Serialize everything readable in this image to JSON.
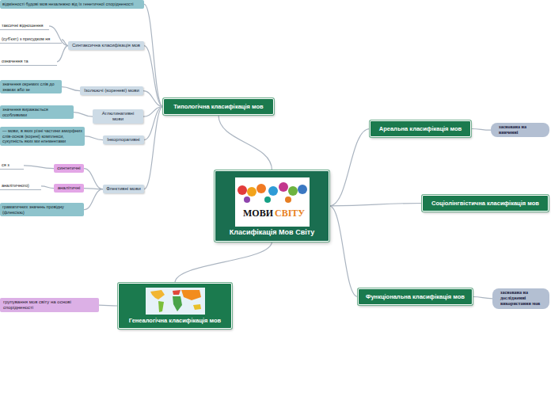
{
  "diagram": {
    "nodes": [
      {
        "text": [
          "Класифікація Мов Світу"
        ]
      },
      {
        "text": [
          "Типологічна класифікація мов"
        ]
      },
      {
        "text": [
          "відмінності будові мов незалежно від їх генетичної спорідненості"
        ]
      },
      {
        "text": [
          "Синтаксична класифікація мов"
        ]
      },
      {
        "text": [
          "таксичні відношення"
        ]
      },
      {
        "text": [
          "(суб'єкт) з присудком ня"
        ]
      },
      {
        "text": [
          "означення та"
        ]
      },
      {
        "text": [
          "Ізолюючі (кореневі) мови"
        ]
      },
      {
        "text": [
          "значення окремих слів до знаках або зе"
        ]
      },
      {
        "text": [
          "Аглютинативні мови"
        ]
      },
      {
        "text": [
          "значення виражається особливими"
        ]
      },
      {
        "text": [
          "Інкорпоративні"
        ]
      },
      {
        "text": [
          "— мови, в яких різні частини аморфних слів-основ (корені) комплекси, сукупність яких ми елементами"
        ]
      },
      {
        "text": [
          "Флективні мови"
        ]
      },
      {
        "text": [
          "синтетичні"
        ]
      },
      {
        "text": [
          "ся з"
        ]
      },
      {
        "text": [
          "аналітичні"
        ]
      },
      {
        "text": [
          "аналітичного)"
        ]
      },
      {
        "text": [
          "граматичних значень провідну (флексією)"
        ]
      },
      {
        "text": [
          "Ареальна класифікація мов"
        ]
      },
      {
        "text": [
          "заснована на вивченні"
        ]
      },
      {
        "text": [
          "Соціолінгвістична класифікація мов"
        ]
      },
      {
        "text": [
          "Функціональна класифікація мов"
        ]
      },
      {
        "text": [
          "заснована на дослідженні використання мов"
        ]
      },
      {
        "text": [
          "Генеалогічна класифікація мов"
        ]
      },
      {
        "text": [
          "групування мов світу на основі спорідненості"
        ]
      }
    ],
    "edges": [
      {
        "from": 0,
        "to": 1,
        "arrow": "none"
      },
      {
        "from": 0,
        "to": 19,
        "arrow": "none"
      },
      {
        "from": 0,
        "to": 21,
        "arrow": "none"
      },
      {
        "from": 0,
        "to": 22,
        "arrow": "none"
      },
      {
        "from": 0,
        "to": 24,
        "arrow": "none"
      },
      {
        "from": 1,
        "to": 2,
        "arrow": "none"
      },
      {
        "from": 1,
        "to": 3,
        "arrow": "none"
      },
      {
        "from": 1,
        "to": 7,
        "arrow": "none"
      },
      {
        "from": 1,
        "to": 9,
        "arrow": "none"
      },
      {
        "from": 1,
        "to": 11,
        "arrow": "none"
      },
      {
        "from": 1,
        "to": 13,
        "arrow": "none"
      },
      {
        "from": 3,
        "to": 4,
        "arrow": "none"
      },
      {
        "from": 3,
        "to": 5,
        "arrow": "none"
      },
      {
        "from": 3,
        "to": 6,
        "arrow": "none"
      },
      {
        "from": 7,
        "to": 8,
        "arrow": "none"
      },
      {
        "from": 9,
        "to": 10,
        "arrow": "none"
      },
      {
        "from": 11,
        "to": 12,
        "arrow": "none"
      },
      {
        "from": 13,
        "to": 14,
        "arrow": "none"
      },
      {
        "from": 13,
        "to": 16,
        "arrow": "none"
      },
      {
        "from": 13,
        "to": 18,
        "arrow": "none"
      },
      {
        "from": 14,
        "to": 15,
        "arrow": "none"
      },
      {
        "from": 16,
        "to": 17,
        "arrow": "none"
      },
      {
        "from": 19,
        "to": 20,
        "arrow": "none"
      },
      {
        "from": 22,
        "to": 23,
        "arrow": "none"
      },
      {
        "from": 24,
        "to": 25,
        "arrow": "none"
      }
    ],
    "labels": [
      "МОВИ",
      "СВІТУ"
    ]
  }
}
